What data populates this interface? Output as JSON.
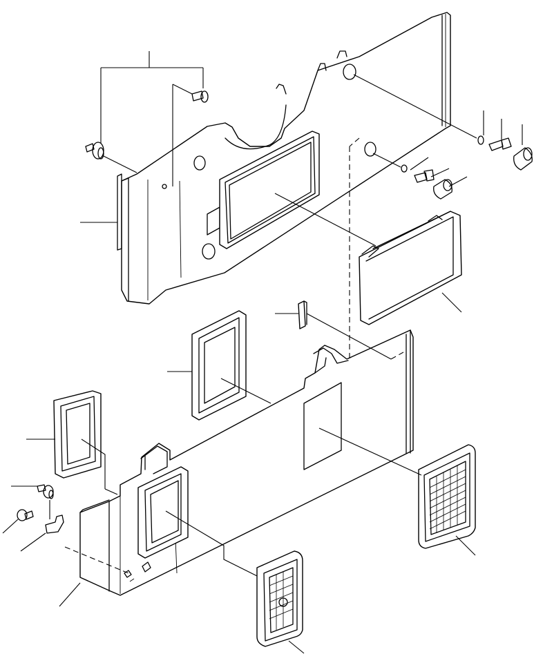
{
  "diagram": {
    "kind": "exploded-parts-drawing",
    "line_color": "#000000",
    "background": "#ffffff",
    "parts": [
      {
        "id": "upper-side-panel"
      },
      {
        "id": "upper-panel-window"
      },
      {
        "id": "lower-side-panel"
      },
      {
        "id": "lower-panel-front-window"
      },
      {
        "id": "lower-panel-rear-opening"
      },
      {
        "id": "center-frame-seal"
      },
      {
        "id": "small-frame-seal"
      },
      {
        "id": "front-lid-cover"
      },
      {
        "id": "edge-clip"
      },
      {
        "id": "large-louver-grille"
      },
      {
        "id": "small-louver-grille"
      },
      {
        "id": "clip-bracket"
      },
      {
        "id": "push-fastener"
      },
      {
        "id": "screw"
      },
      {
        "id": "bolt"
      },
      {
        "id": "washer"
      },
      {
        "id": "cap-nut"
      }
    ]
  }
}
